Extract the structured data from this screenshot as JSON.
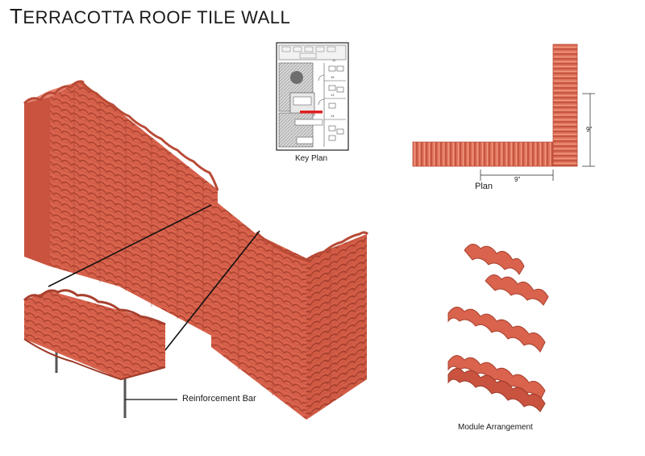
{
  "title": {
    "first": "T",
    "rest": "ERRACOTTA ROOF TILE WALL"
  },
  "key_plan": {
    "label": "Key Plan",
    "room_numbers": [
      "11",
      "15",
      "13",
      "14"
    ]
  },
  "plan": {
    "label": "Plan",
    "dim_horizontal": "9\"",
    "dim_vertical": "9\""
  },
  "callouts": {
    "reinforcement_bar": "Reinforcement Bar",
    "module_arrangement": "Module Arrangement"
  },
  "colors": {
    "terracotta": "#d9634d",
    "terracotta_dark": "#a8402e",
    "terracotta_light": "#f08a72",
    "line": "#222222",
    "highlight": "#e02020"
  }
}
